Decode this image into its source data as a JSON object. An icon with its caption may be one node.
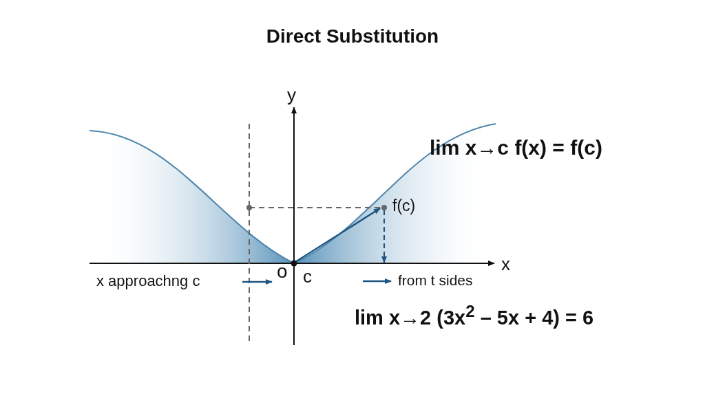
{
  "diagram": {
    "title": "Direct Substitution",
    "labels": [
      "y",
      "lim x→c f(x) = f(c)",
      "f(c)",
      "x",
      "x approachng c",
      "o",
      "c",
      "from t sides",
      "lim x→2 (3x$^{2}$ – 5x + 4) = 6"
    ]
  }
}
